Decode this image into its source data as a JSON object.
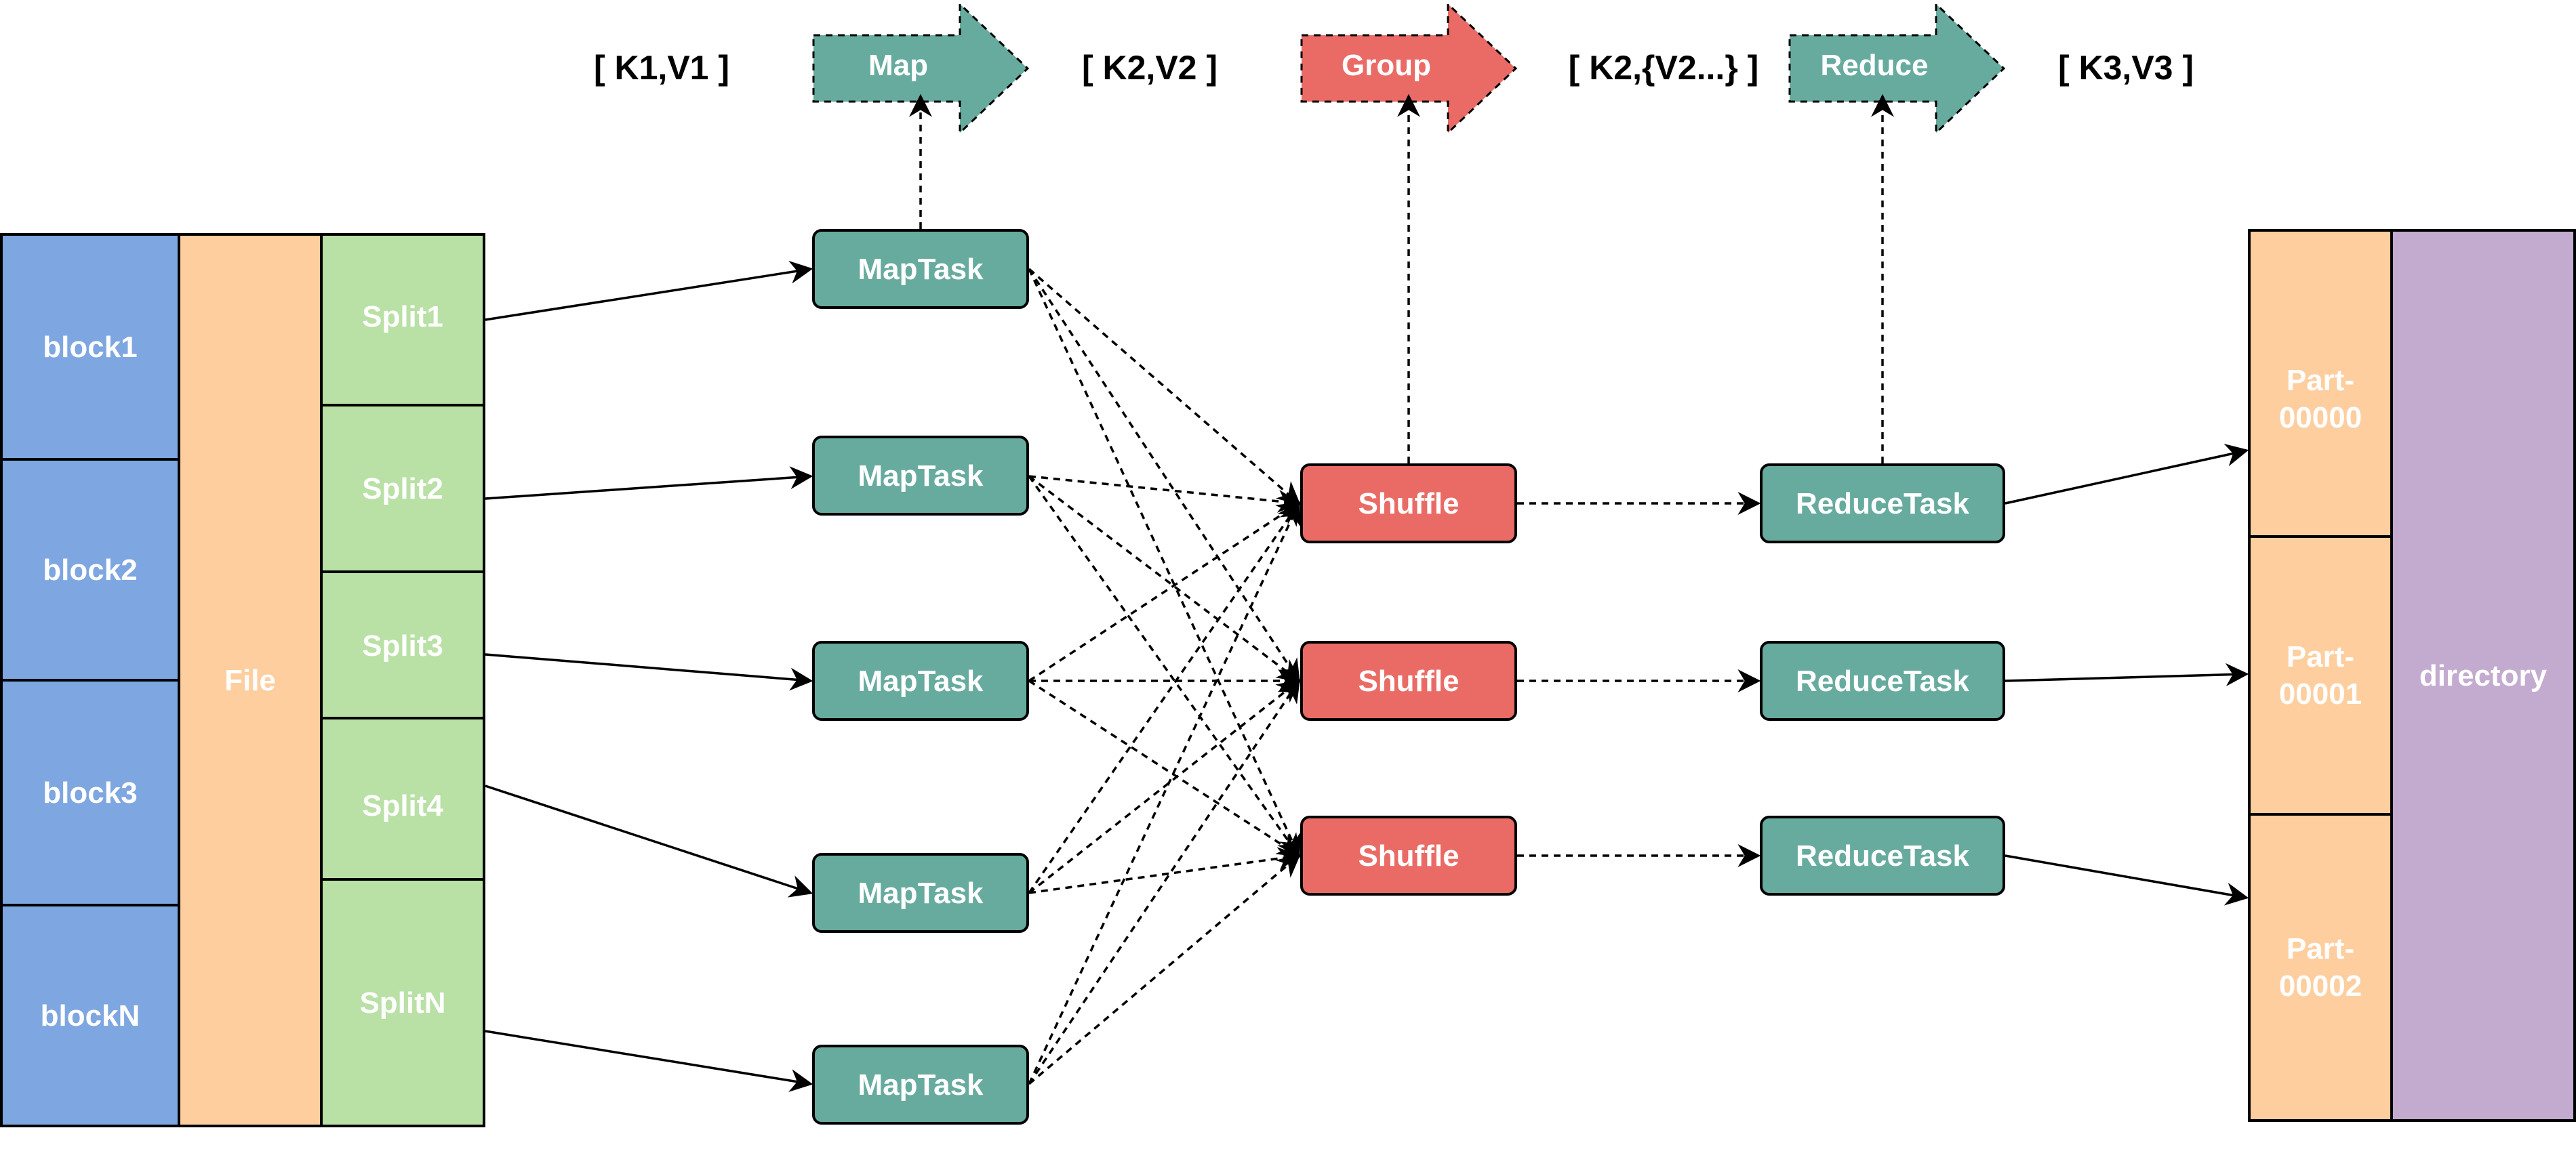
{
  "colors": {
    "block": "#7ea6e0",
    "file": "#ffce9f",
    "split": "#b9e0a5",
    "map_task": "#67ab9f",
    "shuffle": "#ea6b66",
    "reduce_task": "#67ab9f",
    "part": "#ffce9f",
    "directory": "#c3abd0"
  },
  "blocks": [
    "block1",
    "block2",
    "block3",
    "blockN"
  ],
  "file": "File",
  "splits": [
    "Split1",
    "Split2",
    "Split3",
    "Split4",
    "SplitN"
  ],
  "map_tasks": [
    "MapTask",
    "MapTask",
    "MapTask",
    "MapTask",
    "MapTask"
  ],
  "shuffles": [
    "Shuffle",
    "Shuffle",
    "Shuffle"
  ],
  "reduce_tasks": [
    "ReduceTask",
    "ReduceTask",
    "ReduceTask"
  ],
  "parts": [
    "Part-\n00000",
    "Part-\n00001",
    "Part-\n00002"
  ],
  "directory": "directory",
  "stages": {
    "map": "Map",
    "group": "Group",
    "reduce": "Reduce"
  },
  "kv_labels": {
    "input": "[ K1,V1 ]",
    "map_output": "[ K2,V2 ]",
    "group_output": "[ K2,{V2...} ]",
    "reduce_output": "[ K3,V3 ]"
  }
}
